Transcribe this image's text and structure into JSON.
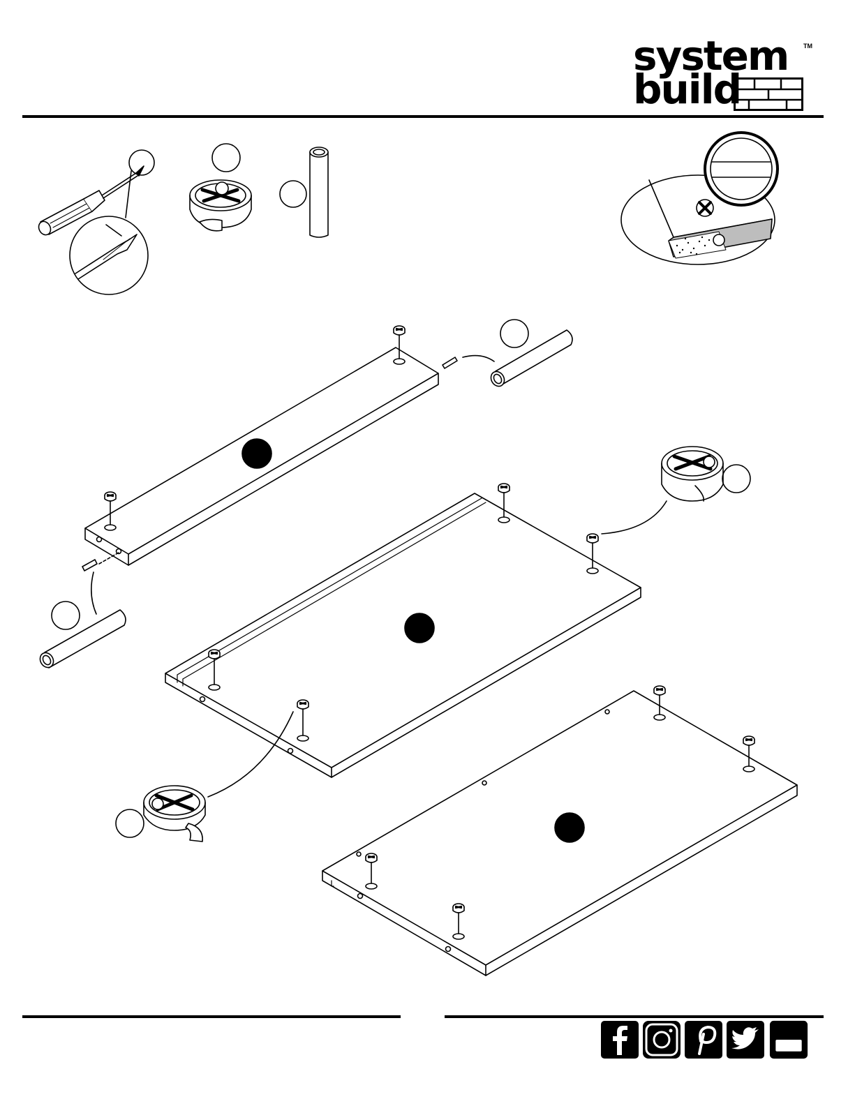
{
  "header": {
    "logo": {
      "line1": "system",
      "line2": "build",
      "trademark": "TM"
    }
  },
  "tools": {
    "screwdriver": "phillips-screwdriver-icon",
    "cam_lock": "cam-lock-icon",
    "dowel": "wood-dowel-icon",
    "panel_detail": "panel-edge-detail-icon"
  },
  "footer": {
    "social_icons": [
      "facebook-icon",
      "instagram-icon",
      "pinterest-icon",
      "twitter-icon",
      "youtube-icon"
    ]
  },
  "colors": {
    "ink": "#000000",
    "paper": "#ffffff",
    "edge_gray": "#bdbdbd"
  }
}
